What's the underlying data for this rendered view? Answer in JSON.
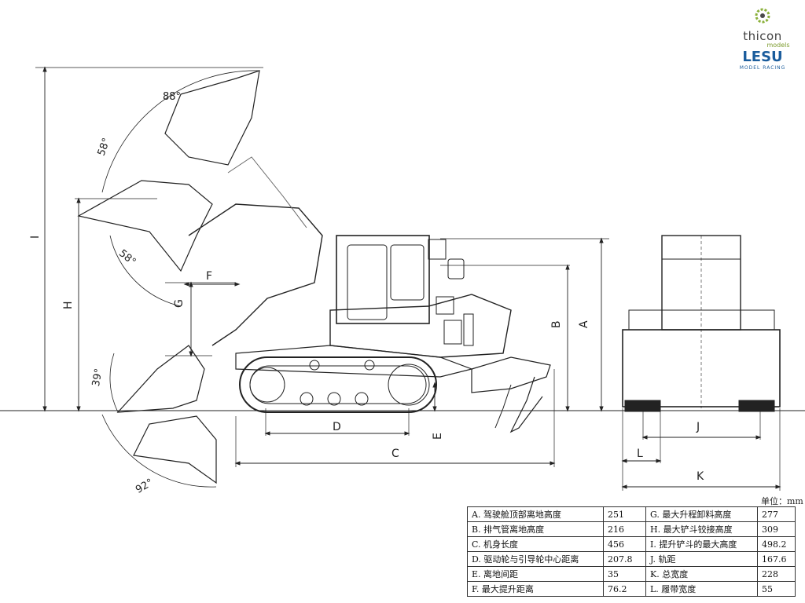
{
  "logos": {
    "thicon": "thicon",
    "thicon_sub": "models",
    "lesu": "LESU",
    "lesu_sub": "MODEL RACING"
  },
  "unit_label": "单位：mm",
  "angles": [
    "88°",
    "58°",
    "58°",
    "39°",
    "92°"
  ],
  "dimension_letters": {
    "A": "A",
    "B": "B",
    "C": "C",
    "D": "D",
    "E": "E",
    "F": "F",
    "G": "G",
    "H": "H",
    "I": "I",
    "J": "J",
    "K": "K",
    "L": "L"
  },
  "specs": [
    {
      "left_label": "A. 驾驶舱顶部离地高度",
      "left_value": "251",
      "right_label": "G. 最大升程卸料高度",
      "right_value": "277"
    },
    {
      "left_label": "B. 排气管离地高度",
      "left_value": "216",
      "right_label": "H. 最大铲斗铰接高度",
      "right_value": "309"
    },
    {
      "left_label": "C. 机身长度",
      "left_value": "456",
      "right_label": "I. 提升铲斗的最大高度",
      "right_value": "498.2"
    },
    {
      "left_label": "D. 驱动轮与引导轮中心距离",
      "left_value": "207.8",
      "right_label": "J. 轨距",
      "right_value": "167.6"
    },
    {
      "left_label": "E. 离地间距",
      "left_value": "35",
      "right_label": "K. 总宽度",
      "right_value": "228"
    },
    {
      "left_label": "F. 最大提升距离",
      "left_value": "76.2",
      "right_label": "L. 履带宽度",
      "right_value": "55"
    }
  ]
}
